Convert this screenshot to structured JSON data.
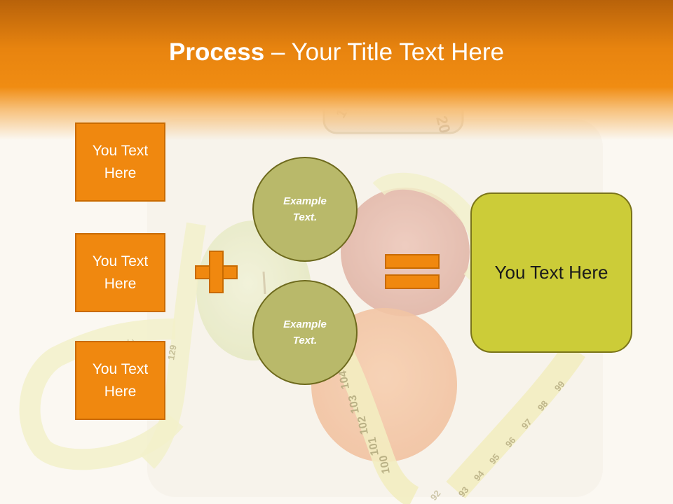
{
  "slide": {
    "title_bold": "Process",
    "title_rest": " – Your Title Text Here"
  },
  "left_boxes": [
    {
      "label": "You Text Here"
    },
    {
      "label": "You Text Here"
    },
    {
      "label": "You Text Here"
    }
  ],
  "circles": [
    {
      "label": "Example Text."
    },
    {
      "label": "Example Text."
    }
  ],
  "result": {
    "label": "You Text Here"
  },
  "background": {
    "scale_numbers": [
      "100",
      "20"
    ],
    "tape_numbers": [
      "149",
      "129",
      "104",
      "103",
      "102",
      "101",
      "100",
      "99",
      "98",
      "97",
      "96",
      "95",
      "94",
      "93",
      "92"
    ]
  },
  "colors": {
    "accent_orange": "#f0880f",
    "accent_orange_border": "#c96b00",
    "circle_fill": "#b9b96a",
    "result_fill": "#cccc38",
    "header_dark": "#b8620a"
  },
  "icons": {
    "plus": "plus-icon",
    "equals": "equals-icon"
  }
}
